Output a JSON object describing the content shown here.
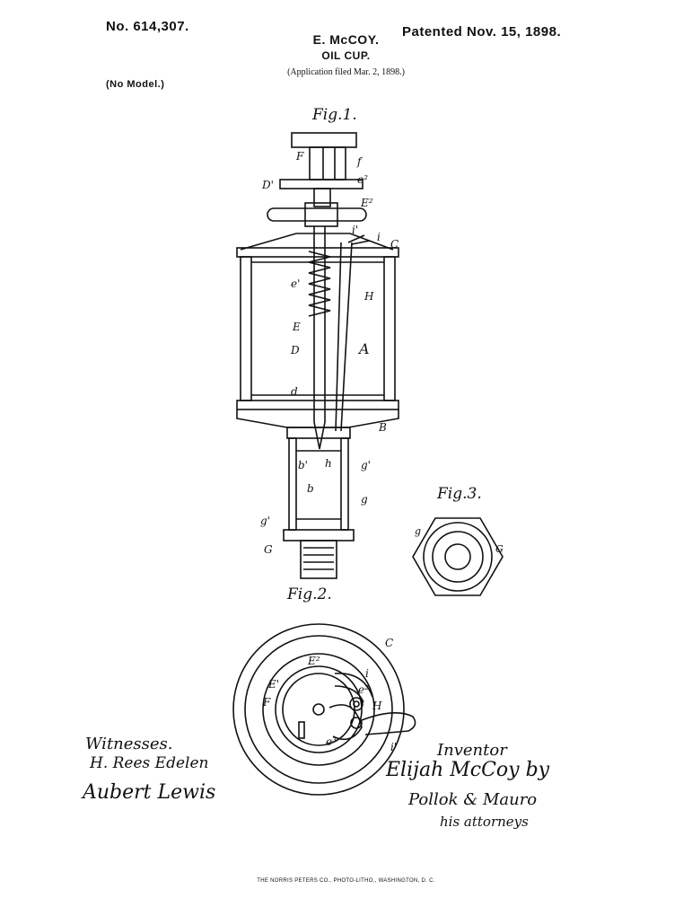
{
  "header": {
    "patent_no": "No. 614,307.",
    "date": "Patented Nov. 15, 1898.",
    "inventor_name": "E. McCOY.",
    "title": "OIL CUP.",
    "application": "(Application filed Mar. 2, 1898.)",
    "model": "(No Model.)"
  },
  "figures": {
    "fig1": "Fig.1.",
    "fig2": "Fig.2.",
    "fig3": "Fig.3."
  },
  "labels_fig1": {
    "F": "F",
    "f": "f",
    "e2": "e²",
    "D1": "D'",
    "E2": "E²",
    "i1": "i'",
    "i": "i",
    "C": "C",
    "e1": "e'",
    "H": "H",
    "E": "E",
    "D": "D",
    "A": "A",
    "d": "d",
    "B": "B",
    "b1": "b'",
    "h": "h",
    "g1": "g'",
    "b": "b",
    "g": "g",
    "g1b": "g'",
    "G": "G"
  },
  "labels_fig2": {
    "C": "C",
    "E2": "E²",
    "i": "i",
    "E1": "E'",
    "F": "F",
    "e2": "e²",
    "H": "H",
    "e3": "e³",
    "i1": "i'"
  },
  "labels_fig3": {
    "g": "g",
    "G": "G"
  },
  "signatures": {
    "witnesses_label": "Witnesses.",
    "witness1": "H. Rees Edelen",
    "witness2": "Aubert Lewis",
    "inventor_label": "Inventor",
    "inventor": "Elijah McCoy by",
    "attorneys": "Pollok & Mauro",
    "attorneys_note": "his attorneys"
  },
  "footer": "THE NORRIS PETERS CO., PHOTO-LITHO., WASHINGTON, D. C."
}
